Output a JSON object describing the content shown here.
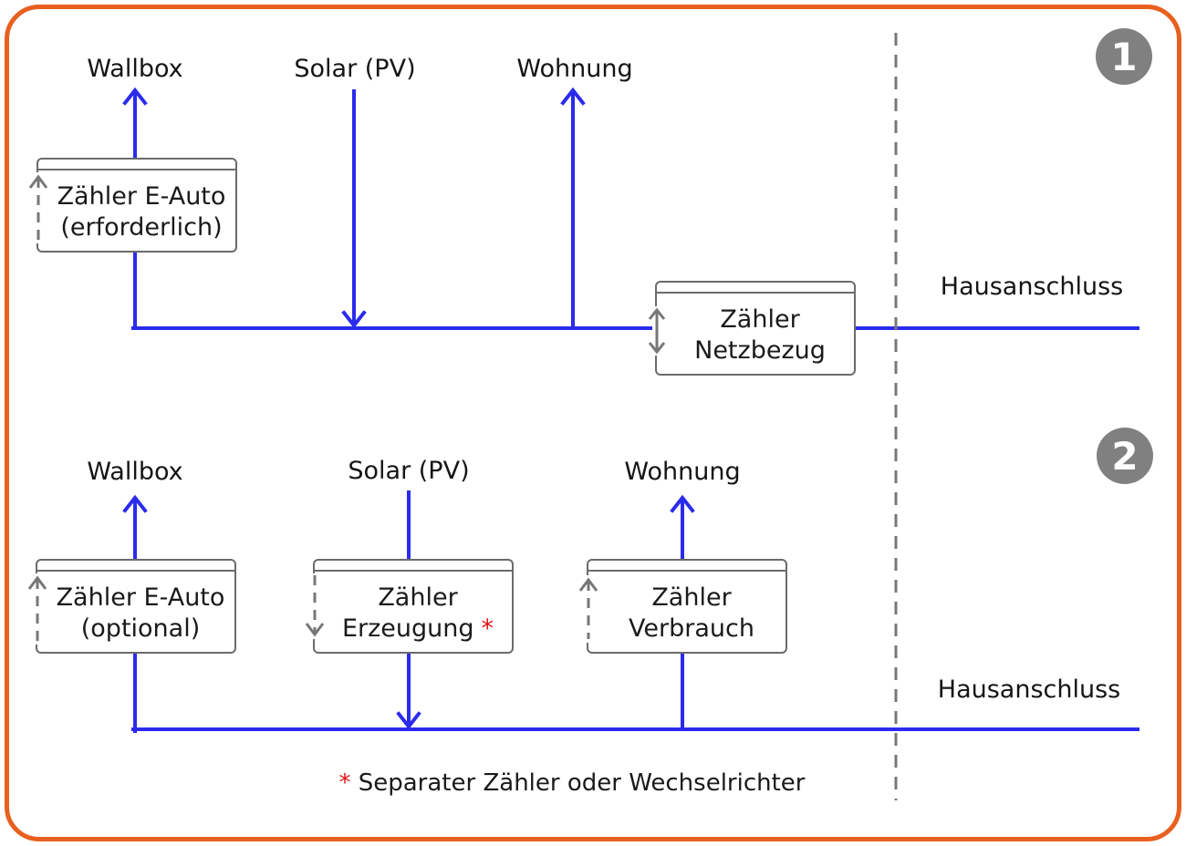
{
  "diagram1": {
    "badge": "1",
    "labels": {
      "wallbox": "Wallbox",
      "solar": "Solar (PV)",
      "wohnung": "Wohnung",
      "hausanschluss": "Hausanschluss"
    },
    "boxes": [
      {
        "line1": "Zähler E-Auto",
        "line2": "(erforderlich)",
        "direction": "up"
      },
      {
        "line1": "Zähler",
        "line2": "Netzbezug",
        "direction": "bidirectional"
      }
    ]
  },
  "diagram2": {
    "badge": "2",
    "labels": {
      "wallbox": "Wallbox",
      "solar": "Solar (PV)",
      "wohnung": "Wohnung",
      "hausanschluss": "Hausanschluss"
    },
    "boxes": [
      {
        "line1": "Zähler E-Auto",
        "line2": "(optional)",
        "direction": "up"
      },
      {
        "line1": "Zähler",
        "line2": "Erzeugung",
        "suffix": "*",
        "direction": "down"
      },
      {
        "line1": "Zähler",
        "line2": "Verbrauch",
        "direction": "up"
      }
    ]
  },
  "footnote": {
    "star": "*",
    "text": "Separater Zähler oder Wechselrichter"
  },
  "icons": {
    "meter_direction_up": "arrow-up-icon",
    "meter_direction_down": "arrow-down-icon",
    "meter_direction_bidirectional": "arrow-up-down-icon"
  },
  "colors": {
    "accent_orange": "#e8601f",
    "line_blue": "#2b2bee",
    "badge_gray": "#808080",
    "box_border_gray": "#6b6b6b",
    "dashed_gray": "#777777",
    "text_dark": "#1a1a1a",
    "footnote_red": "#e01313"
  }
}
